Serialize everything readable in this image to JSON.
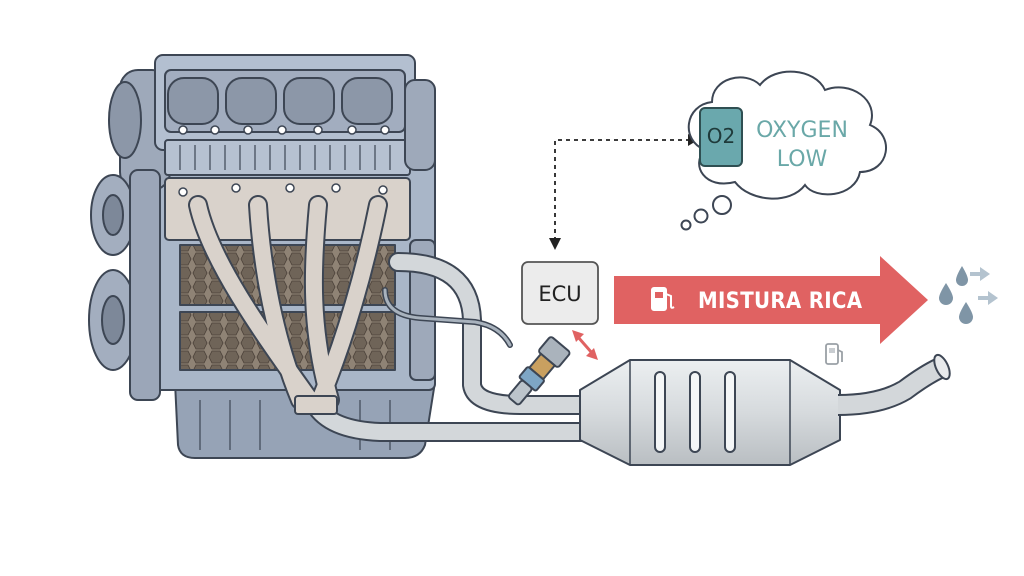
{
  "ecu": {
    "label": "ECU"
  },
  "sensor_thought": {
    "badge": "O2",
    "line1": "OXYGEN",
    "line2": "LOW"
  },
  "mixture_arrow": {
    "label": "MISTURA RICA"
  },
  "colors": {
    "arrow_red": "#e06262",
    "o2_badge": "#6aa8ad",
    "thought_text": "#6aa8a8",
    "engine_blue": "#a9b6c8",
    "engine_dark": "#8c97a8",
    "manifold": "#d9d2cb",
    "exhaust_pipe": "#d3d7da",
    "outline": "#3d4654"
  },
  "icons": [
    "fuel-pump-icon",
    "oxygen-sensor-icon",
    "water-drop-icon",
    "two-way-arrow-icon"
  ]
}
